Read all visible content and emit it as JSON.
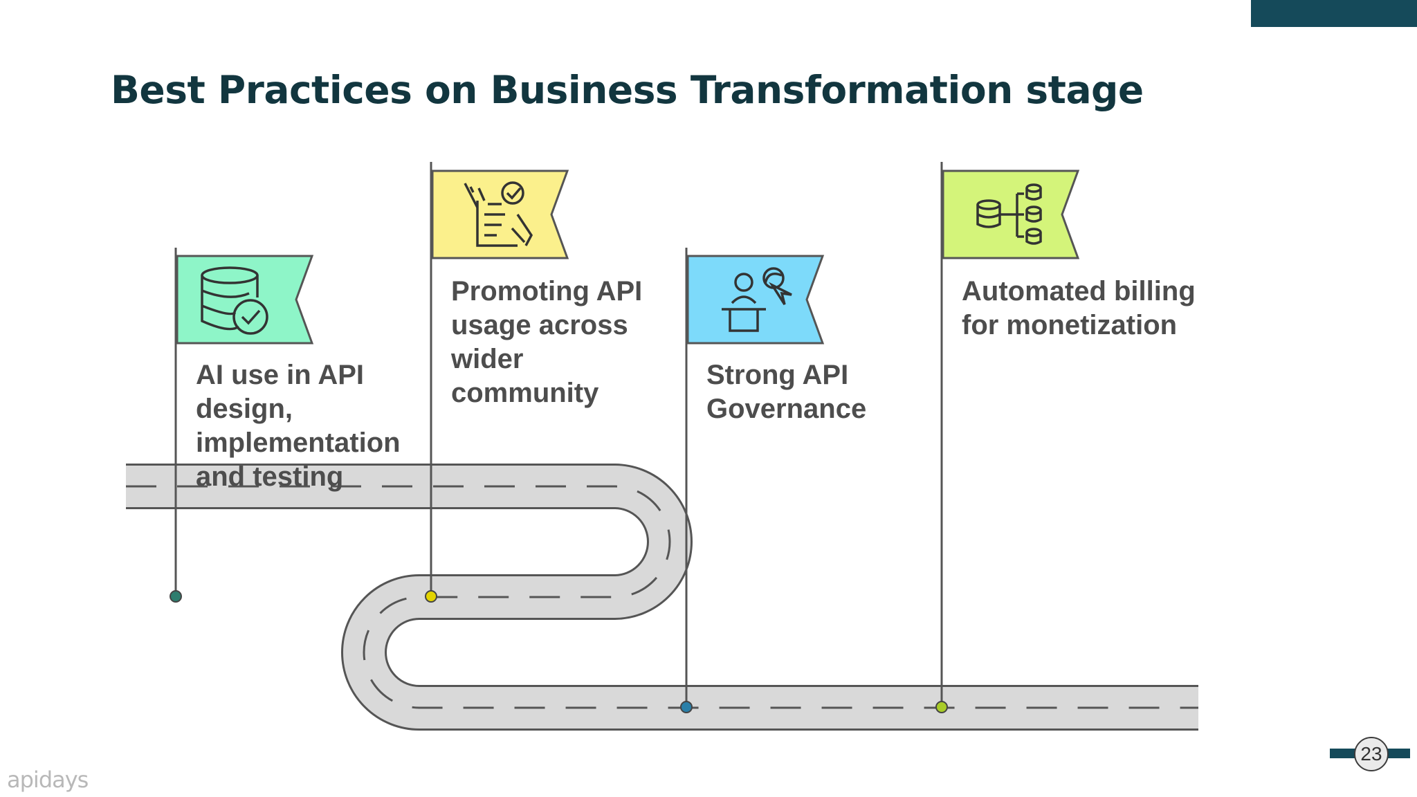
{
  "slide": {
    "title": "Best Practices on Business Transformation stage",
    "page_number": "23",
    "logo_text": "apidays"
  },
  "milestones": [
    {
      "lines": [
        "AI use in API",
        "design,",
        "implementation",
        "and testing"
      ],
      "icon": "database-check-icon",
      "flag_color": "#8ef5c8",
      "dot_color": "#2e7d6e"
    },
    {
      "lines": [
        "Promoting API",
        "usage across",
        "wider",
        "community"
      ],
      "icon": "document-sign-icon",
      "flag_color": "#fbf08c",
      "dot_color": "#e3d400"
    },
    {
      "lines": [
        "Strong API",
        "Governance"
      ],
      "icon": "presenter-icon",
      "flag_color": "#7ddafa",
      "dot_color": "#2a7fa8"
    },
    {
      "lines": [
        "Automated billing",
        "for monetization"
      ],
      "icon": "database-network-icon",
      "flag_color": "#d4f47a",
      "dot_color": "#a9cc28"
    }
  ]
}
